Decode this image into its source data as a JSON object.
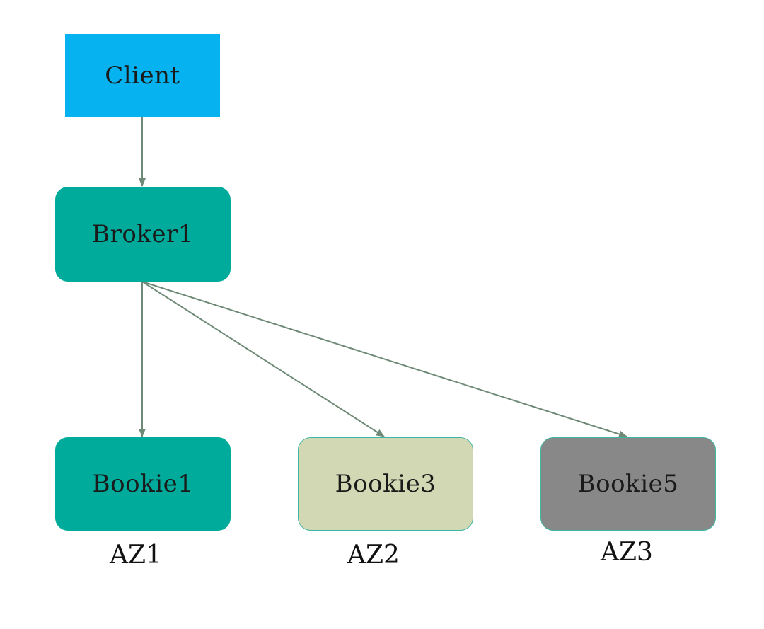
{
  "nodes": {
    "client": {
      "label": "Client",
      "color": "#06b3f0"
    },
    "broker1": {
      "label": "Broker1",
      "color": "#00ab9b"
    },
    "bookie1": {
      "label": "Bookie1",
      "color": "#00ab9b"
    },
    "bookie3": {
      "label": "Bookie3",
      "color": "#d3d8b4"
    },
    "bookie5": {
      "label": "Bookie5",
      "color": "#888888"
    }
  },
  "zones": {
    "az1": "AZ1",
    "az2": "AZ2",
    "az3": "AZ3"
  },
  "edges": [
    {
      "from": "Client",
      "to": "Broker1"
    },
    {
      "from": "Broker1",
      "to": "Bookie1"
    },
    {
      "from": "Broker1",
      "to": "Bookie3"
    },
    {
      "from": "Broker1",
      "to": "Bookie5"
    }
  ],
  "colors": {
    "edge": "#6e8a76",
    "node_border": "#3bb7a4"
  }
}
